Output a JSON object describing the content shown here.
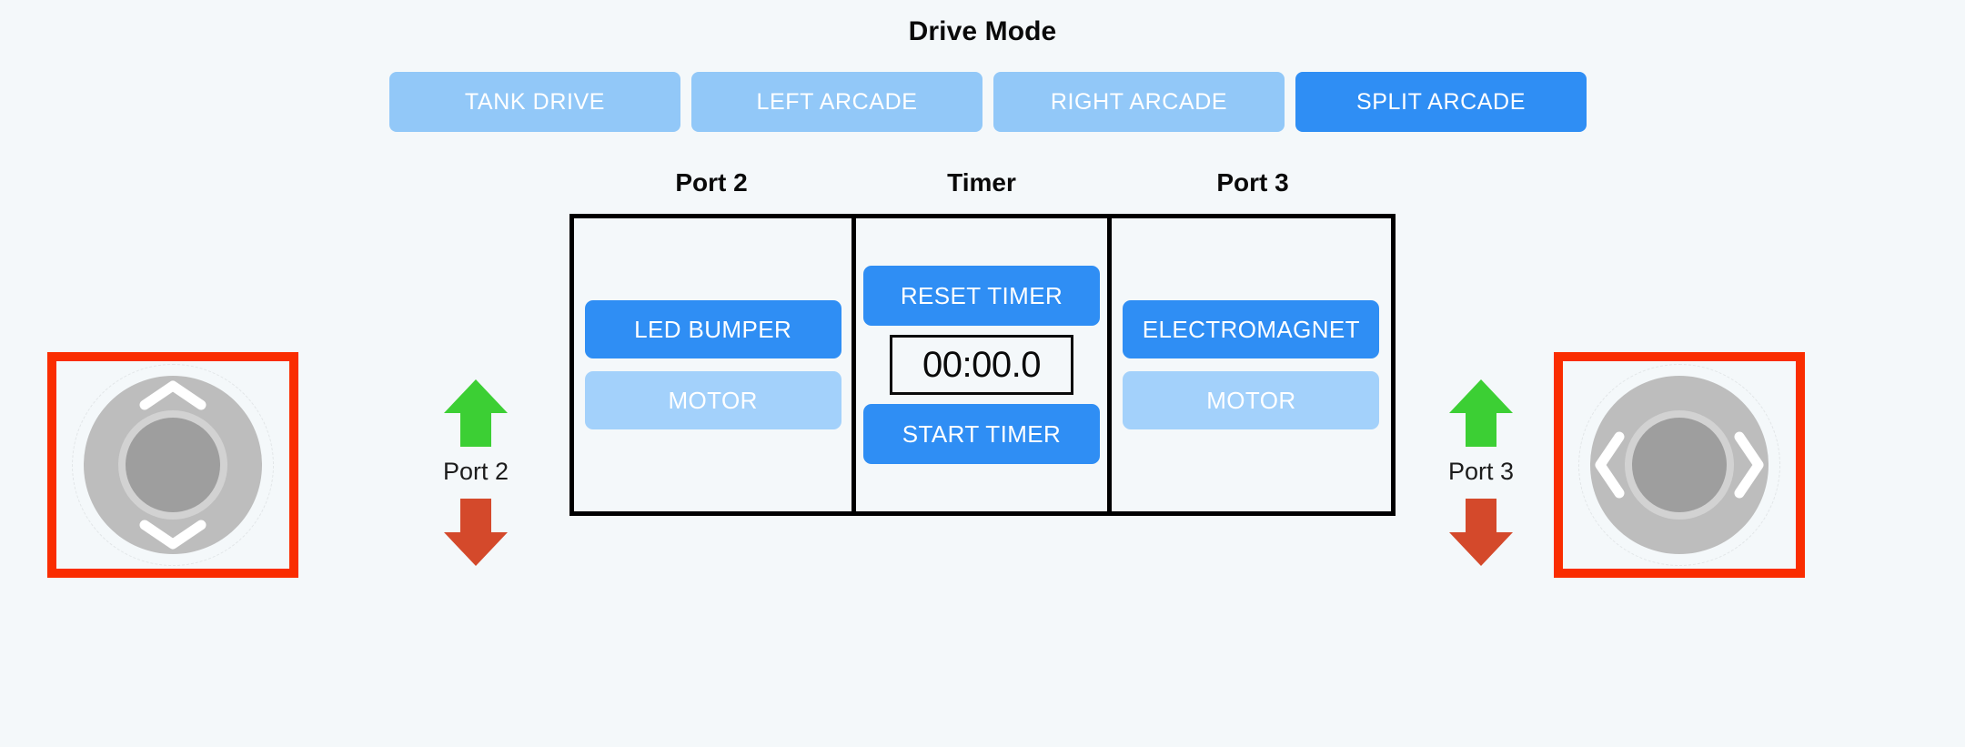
{
  "header": {
    "title": "Drive Mode"
  },
  "drive_modes": [
    {
      "label": "TANK DRIVE",
      "active": false,
      "name": "tank-drive"
    },
    {
      "label": "LEFT ARCADE",
      "active": false,
      "name": "left-arcade"
    },
    {
      "label": "RIGHT ARCADE",
      "active": false,
      "name": "right-arcade"
    },
    {
      "label": "SPLIT ARCADE",
      "active": true,
      "name": "split-arcade"
    }
  ],
  "panel": {
    "columns": [
      {
        "label": "Port 2"
      },
      {
        "label": "Timer"
      },
      {
        "label": "Port 3"
      }
    ],
    "port2": {
      "device_button": "LED BUMPER",
      "motor_button": "MOTOR"
    },
    "timer": {
      "reset_button": "RESET TIMER",
      "display": "00:00.0",
      "start_button": "START TIMER"
    },
    "port3": {
      "device_button": "ELECTROMAGNET",
      "motor_button": "MOTOR"
    }
  },
  "port_indicators": [
    {
      "label": "Port 2",
      "up_icon": "arrow-up-icon",
      "down_icon": "arrow-down-icon"
    },
    {
      "label": "Port 3",
      "up_icon": "arrow-up-icon",
      "down_icon": "arrow-down-icon"
    }
  ],
  "joysticks": {
    "left": {
      "axis": "vertical",
      "up_icon": "chevron-up-icon",
      "down_icon": "chevron-down-icon"
    },
    "right": {
      "axis": "horizontal",
      "left_icon": "chevron-left-icon",
      "right_icon": "chevron-right-icon"
    }
  },
  "colors": {
    "page_background": "#f4f8fa",
    "accent_active": "#2f8ef4",
    "accent_inactive": "#92c8f8",
    "accent_disabled": "#a3d1fb",
    "border_black": "#000000",
    "joystick_frame_red": "#fa2d00",
    "arrow_up_green": "#3ccf34",
    "arrow_down_red": "#d4492b",
    "joystick_outer_gray": "#bdbdbd",
    "joystick_knob_gray": "#9e9e9e",
    "text_dark": "#0a0a0a"
  }
}
